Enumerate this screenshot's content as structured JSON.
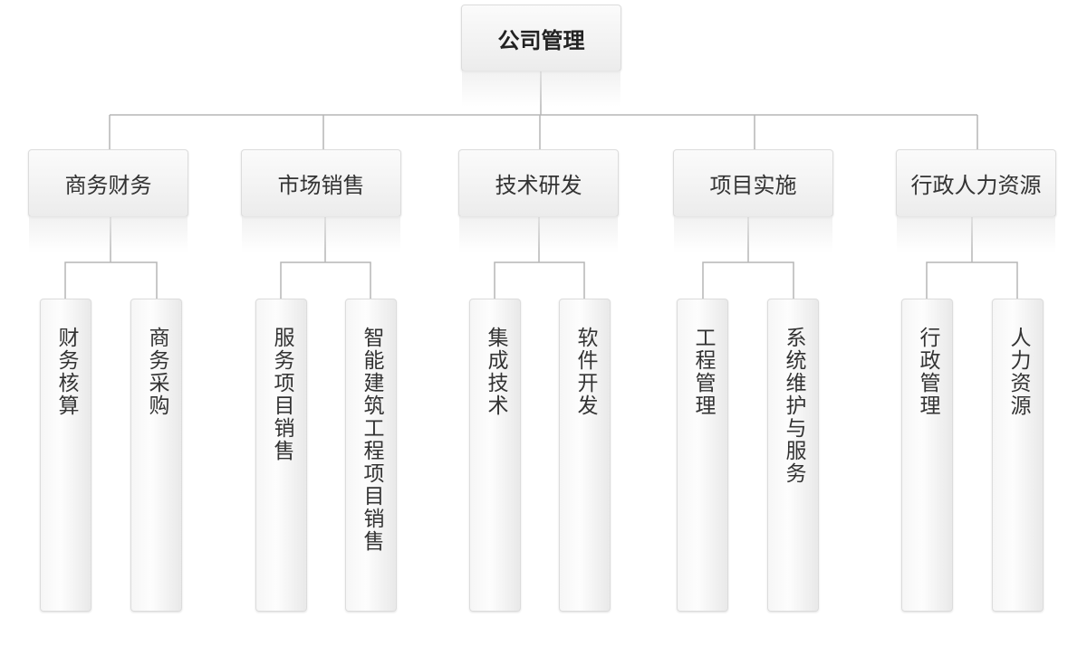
{
  "root": "公司管理",
  "departments": [
    {
      "name": "商务财务",
      "children": [
        "财务核算",
        "商务采购"
      ]
    },
    {
      "name": "市场销售",
      "children": [
        "服务项目销售",
        "智能建筑工程项目销售"
      ]
    },
    {
      "name": "技术研发",
      "children": [
        "集成技术",
        "软件开发"
      ]
    },
    {
      "name": "项目实施",
      "children": [
        "工程管理",
        "系统维护与服务"
      ]
    },
    {
      "name": "行政人力资源",
      "children": [
        "行政管理",
        "人力资源"
      ]
    }
  ]
}
